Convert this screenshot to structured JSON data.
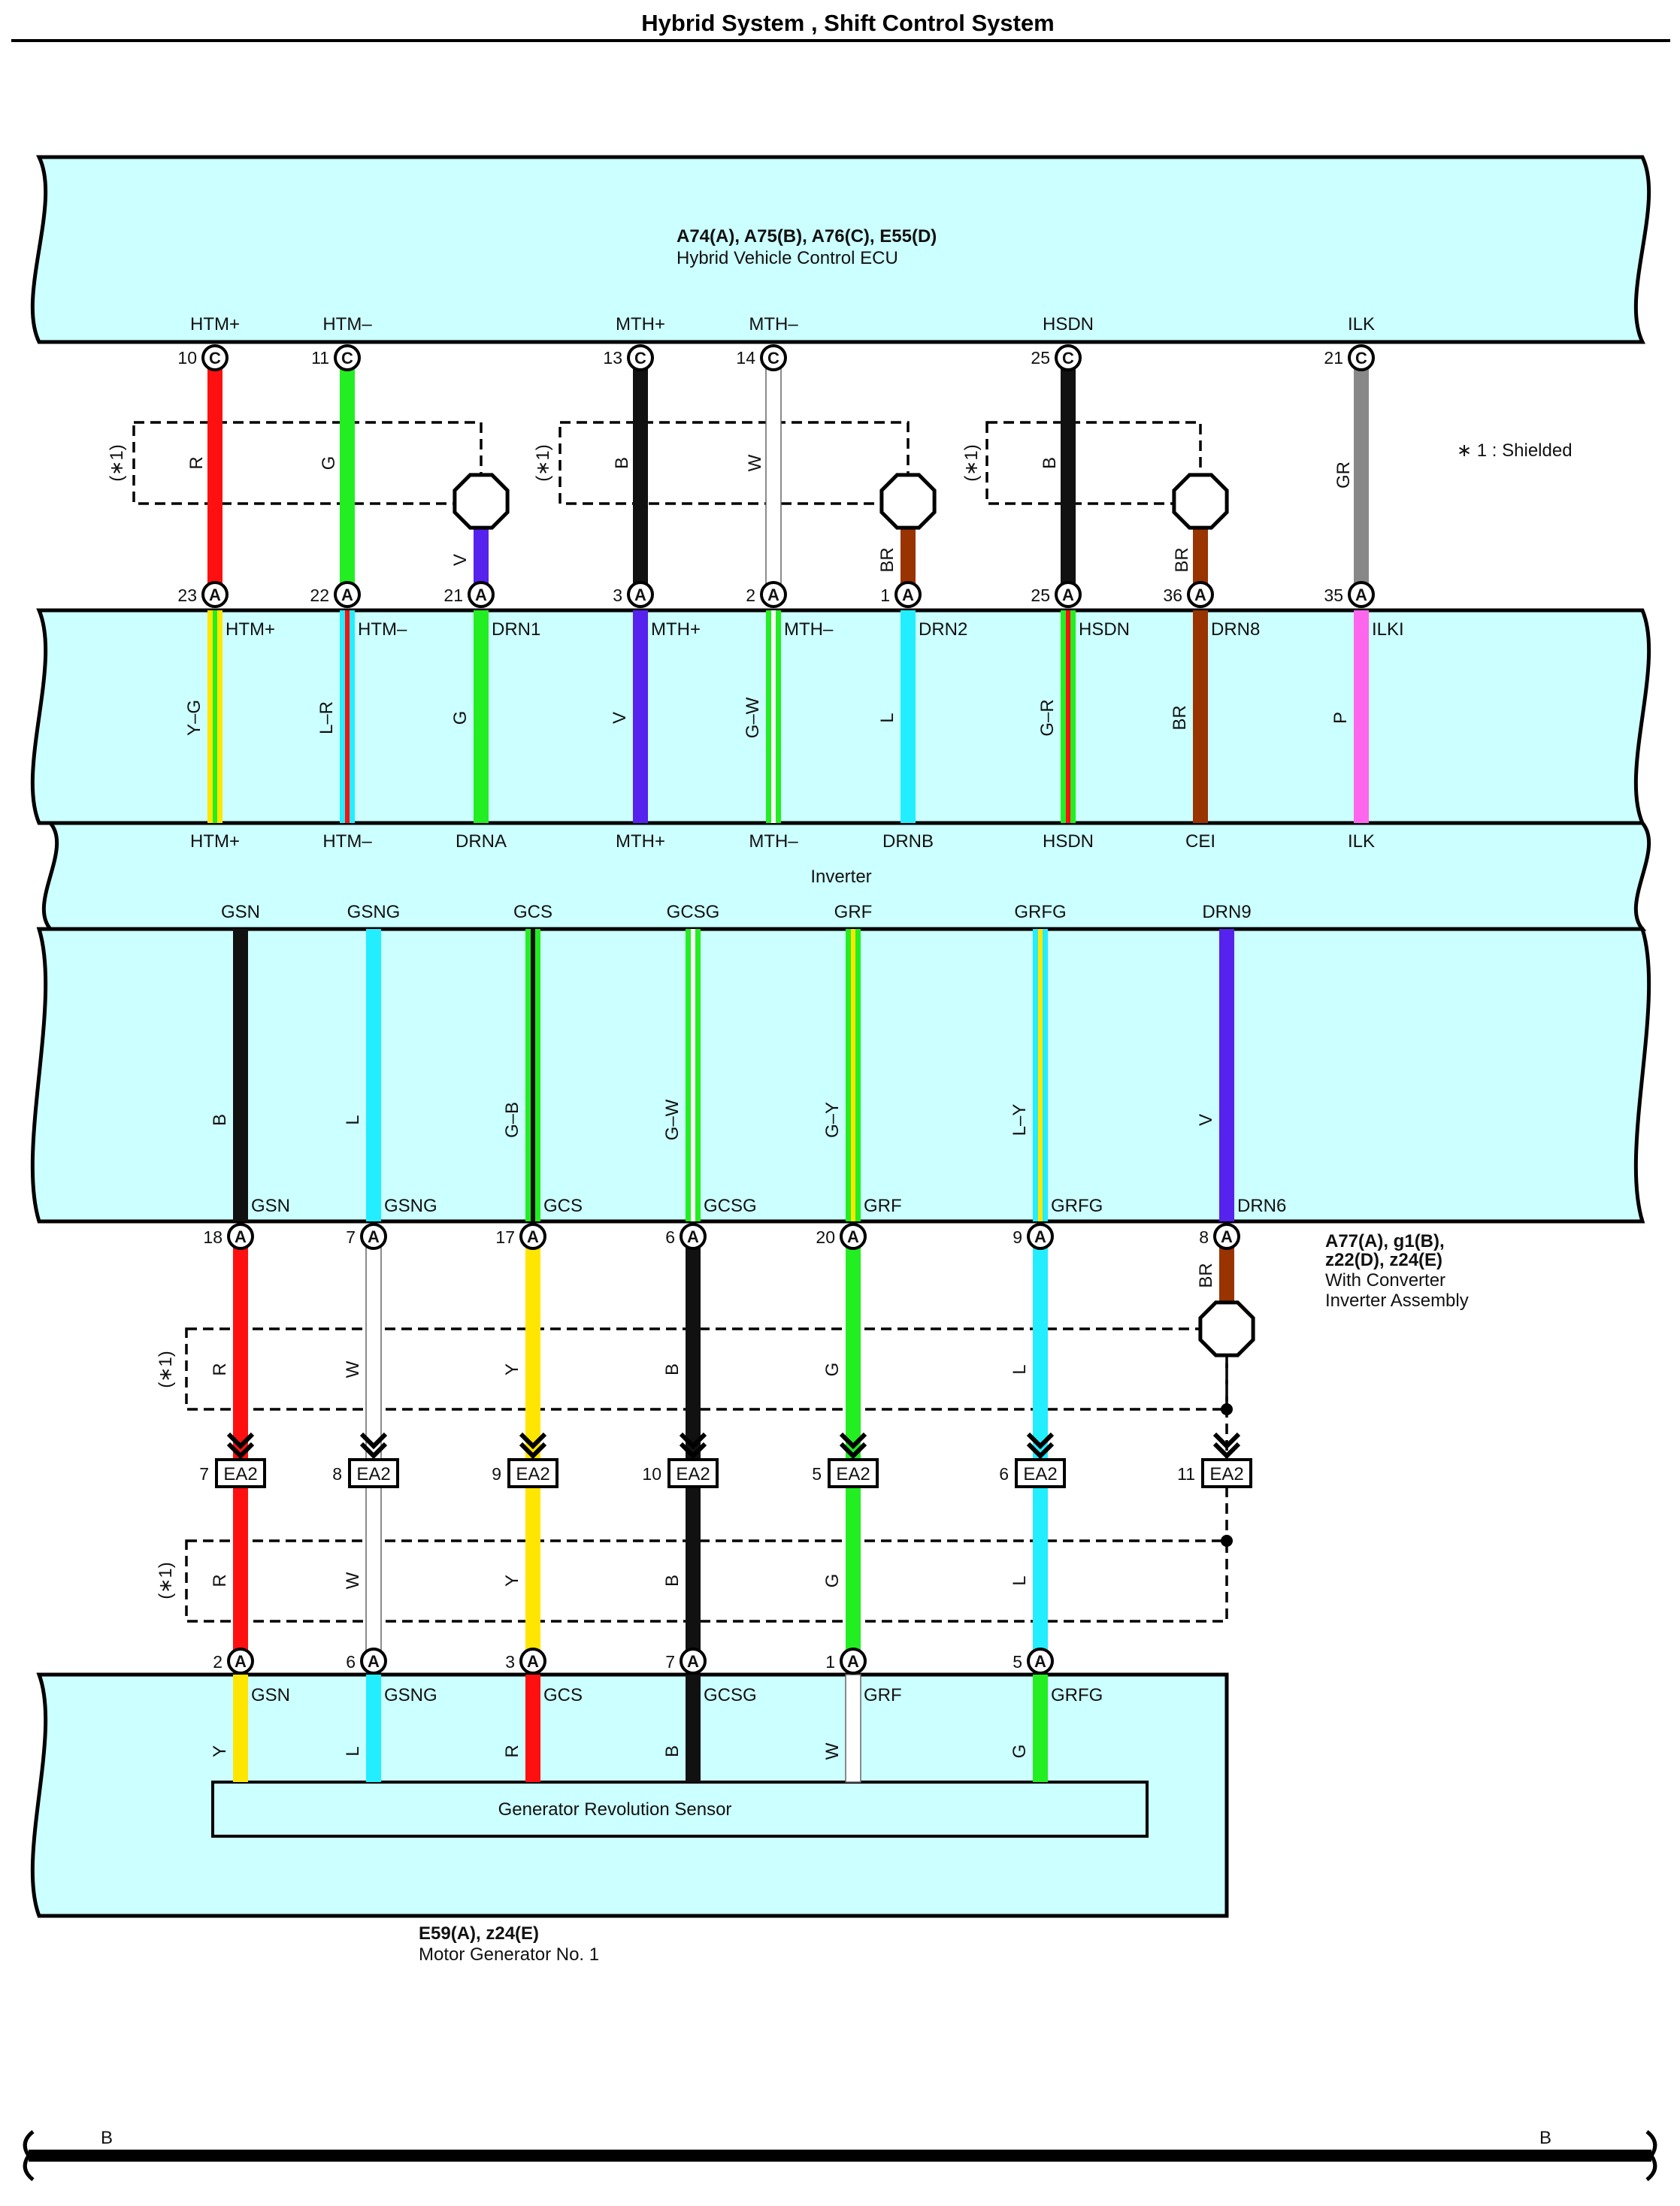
{
  "page": {
    "title": "Hybrid System , Shift Control System",
    "shield_note": "∗ 1 : Shielded",
    "shield_mark": "(∗1)",
    "footer_left": "B",
    "footer_right": "B"
  },
  "colors": {
    "panel": "#ccffff",
    "R": "#ff1010",
    "G": "#22ee22",
    "B": "#111111",
    "W": "#ffffff",
    "V": "#5522ee",
    "BR": "#993300",
    "GR": "#888888",
    "Y": "#ffe600",
    "L": "#22eeff",
    "P": "#ff66ee"
  },
  "ecu": {
    "codes": "A74(A), A75(B), A76(C), E55(D)",
    "name": "Hybrid Vehicle Control ECU",
    "terminals": [
      {
        "name": "HTM+",
        "pin": "10",
        "conn": "C"
      },
      {
        "name": "HTM–",
        "pin": "11",
        "conn": "C"
      },
      {
        "name": "MTH+",
        "pin": "13",
        "conn": "C"
      },
      {
        "name": "MTH–",
        "pin": "14",
        "conn": "C"
      },
      {
        "name": "HSDN",
        "pin": "25",
        "conn": "C"
      },
      {
        "name": "ILK",
        "pin": "21",
        "conn": "C"
      }
    ]
  },
  "harness_a": {
    "wires": [
      "R",
      "G",
      "V",
      "B",
      "W",
      "BR",
      "B",
      "BR",
      "GR"
    ]
  },
  "inverter": {
    "name": "Inverter",
    "codes": "A77(A), g1(B), z22(D), z24(E)",
    "desc_line1": "With Converter",
    "desc_line2": "Inverter Assembly",
    "top_terminals": [
      {
        "pin": "23",
        "conn": "A",
        "label": "HTM+",
        "wire": "Y–G",
        "bottom": "HTM+"
      },
      {
        "pin": "22",
        "conn": "A",
        "label": "HTM–",
        "wire": "L–R",
        "bottom": "HTM–"
      },
      {
        "pin": "21",
        "conn": "A",
        "label": "DRN1",
        "wire": "G",
        "bottom": "DRNA"
      },
      {
        "pin": "3",
        "conn": "A",
        "label": "MTH+",
        "wire": "V",
        "bottom": "MTH+"
      },
      {
        "pin": "2",
        "conn": "A",
        "label": "MTH–",
        "wire": "G–W",
        "bottom": "MTH–"
      },
      {
        "pin": "1",
        "conn": "A",
        "label": "DRN2",
        "wire": "L",
        "bottom": "DRNB"
      },
      {
        "pin": "25",
        "conn": "A",
        "label": "HSDN",
        "wire": "G–R",
        "bottom": "HSDN"
      },
      {
        "pin": "36",
        "conn": "A",
        "label": "DRN8",
        "wire": "BR",
        "bottom": "CEI"
      },
      {
        "pin": "35",
        "conn": "A",
        "label": "ILKI",
        "wire": "P",
        "bottom": "ILK"
      }
    ],
    "lower_terminals": [
      {
        "top": "GSN",
        "wire": "B",
        "label": "GSN",
        "pin": "18",
        "conn": "A"
      },
      {
        "top": "GSNG",
        "wire": "L",
        "label": "GSNG",
        "pin": "7",
        "conn": "A"
      },
      {
        "top": "GCS",
        "wire": "G–B",
        "label": "GCS",
        "pin": "17",
        "conn": "A"
      },
      {
        "top": "GCSG",
        "wire": "G–W",
        "label": "GCSG",
        "pin": "6",
        "conn": "A"
      },
      {
        "top": "GRF",
        "wire": "G–Y",
        "label": "GRF",
        "pin": "20",
        "conn": "A"
      },
      {
        "top": "GRFG",
        "wire": "L–Y",
        "label": "GRFG",
        "pin": "9",
        "conn": "A"
      },
      {
        "top": "DRN9",
        "wire": "V",
        "label": "DRN6",
        "pin": "8",
        "conn": "A"
      }
    ]
  },
  "harness_b": {
    "wires": [
      "R",
      "W",
      "Y",
      "B",
      "G",
      "L",
      "BR"
    ]
  },
  "junction": {
    "code": "EA2",
    "pins": [
      "7",
      "8",
      "9",
      "10",
      "5",
      "6",
      "11"
    ]
  },
  "harness_c": {
    "wires": [
      "R",
      "W",
      "Y",
      "B",
      "G",
      "L"
    ]
  },
  "motor": {
    "codes": "E59(A), z24(E)",
    "name": "Motor Generator No. 1",
    "sensor": "Generator Revolution Sensor",
    "terminals": [
      {
        "pin": "2",
        "conn": "A",
        "label": "GSN",
        "wire": "Y"
      },
      {
        "pin": "6",
        "conn": "A",
        "label": "GSNG",
        "wire": "L"
      },
      {
        "pin": "3",
        "conn": "A",
        "label": "GCS",
        "wire": "R"
      },
      {
        "pin": "7",
        "conn": "A",
        "label": "GCSG",
        "wire": "B"
      },
      {
        "pin": "1",
        "conn": "A",
        "label": "GRF",
        "wire": "W"
      },
      {
        "pin": "5",
        "conn": "A",
        "label": "GRFG",
        "wire": "G"
      }
    ]
  }
}
